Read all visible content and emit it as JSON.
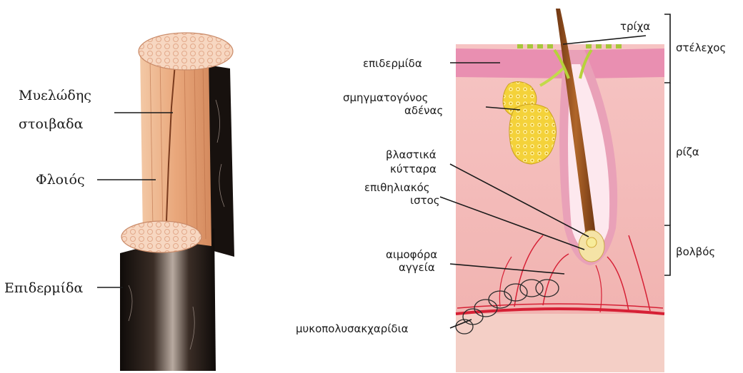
{
  "left_diagram": {
    "labels": {
      "myelode_line1": "Μυελώδης",
      "myelode_line2": "στοιβαδα",
      "floios": "Φλοιός",
      "epidermida": "Επιδερμίδα"
    }
  },
  "right_diagram": {
    "labels": {
      "tricha": "τρίχα",
      "stelechos": "στέλεχος",
      "epidermida": "επιδερμίδα",
      "smigmatogonos_line1": "σμηγματογόνος",
      "smigmatogonos_line2": "αδένας",
      "riza": "ρίζα",
      "vlastika_line1": "βλαστικά",
      "vlastika_line2": "κύτταρα",
      "epithiliakos_line1": "επιθηλιακός",
      "epithiliakos_line2": "ιστος",
      "volvos": "βολβός",
      "aimofora_line1": "αιμοφόρα",
      "aimofora_line2": "αγγεία",
      "mykopolysakcharidia": "μυκοπολυσακχαρίδια"
    }
  },
  "colors": {
    "skin_pink": "#f2b6b4",
    "epidermis_pink": "#e78eab",
    "hair_brown": "#8a4a1a",
    "gland_yellow": "#f4d23a",
    "vessel_red": "#d62035",
    "cortex_wood": "#e9b188",
    "hair_dark": "#1c1512"
  }
}
